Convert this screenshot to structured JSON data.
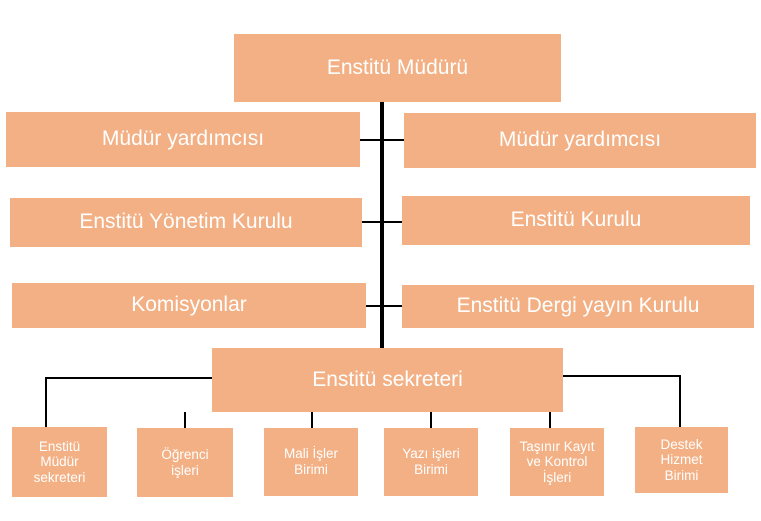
{
  "colors": {
    "box_fill": "#f2b084",
    "box_text": "#ffffff",
    "connector": "#000000"
  },
  "diagram": {
    "director": "Enstitü Müdürü",
    "left": [
      "Müdür yardımcısı",
      "Enstitü Yönetim Kurulu",
      "Komisyonlar"
    ],
    "right": [
      "Müdür yardımcısı",
      "Enstitü Kurulu",
      "Enstitü Dergi yayın Kurulu"
    ],
    "secretary": "Enstitü sekreteri",
    "units": [
      "Enstitü\nMüdür\nsekreteri",
      "Öğrenci\nişleri",
      "Mali İşler\nBirimi",
      "Yazı işleri\nBirimi",
      "Taşınır Kayıt\nve Kontrol\nİşleri",
      "Destek\nHizmet\nBirimi"
    ]
  }
}
